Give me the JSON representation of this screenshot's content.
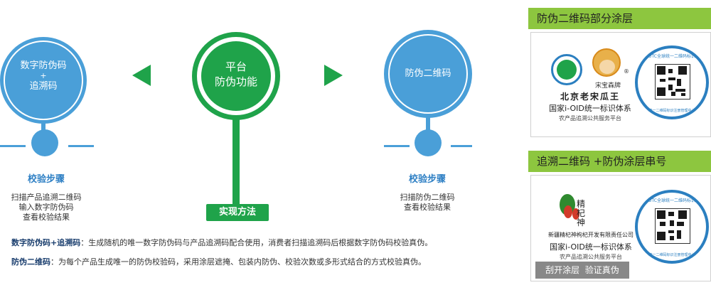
{
  "left_circle": {
    "lines": [
      "数字防伪码",
      "+",
      "追溯码"
    ]
  },
  "center_circle": {
    "lines": [
      "平台",
      "防伪功能"
    ],
    "badge": "实现方法"
  },
  "right_circle": {
    "label": "防伪二维码"
  },
  "left_steps": {
    "title": "校验步骤",
    "items": [
      "扫描产品追溯二维码",
      "输入数字防伪码",
      "查看校验结果"
    ]
  },
  "right_steps": {
    "title": "校验步骤",
    "items": [
      "扫描防伪二维码",
      "查看校验结果"
    ]
  },
  "descriptions": [
    {
      "term": "数字防伪码+追溯码",
      "sep": "：",
      "text": "生成随机的唯一数字防伪码与产品追溯码配合使用，消费者扫描追溯码后根据数字防伪码校验真伪。"
    },
    {
      "term": "防伪二维码",
      "sep": "：",
      "text": "为每个产品生成唯一的防伪校验码，采用涂层遮掩、包装内防伪、校验次数或多形式结合的方式校验真伪。"
    }
  ],
  "panel1": {
    "header": "防伪二维码部分涂层",
    "brand": "宋宝森牌",
    "company": "北京老宋瓜王",
    "system": "国家i-OID统一标识体系",
    "platform": "农产品追溯公共服务平台",
    "seal_top": "UTC全球统一二维码标识",
    "seal_bottom": "统一二维码标识注册管理中心"
  },
  "panel2": {
    "header": "追溯二维码 +防伪涂层串号",
    "logo_text": "精杞神",
    "company": "新疆精杞神枸杞开发有限责任公司",
    "system": "国家i-OID统一标识体系",
    "platform": "农产品追溯公共服务平台",
    "scratch": "刮开涂层  验证真伪",
    "seal_top": "UTC全球统一二维码标识",
    "seal_bottom": "统一二维码标识注册管理中心"
  },
  "colors": {
    "blue": "#4a9fd8",
    "green": "#1fa34a",
    "panel_green": "#8dc63f"
  }
}
